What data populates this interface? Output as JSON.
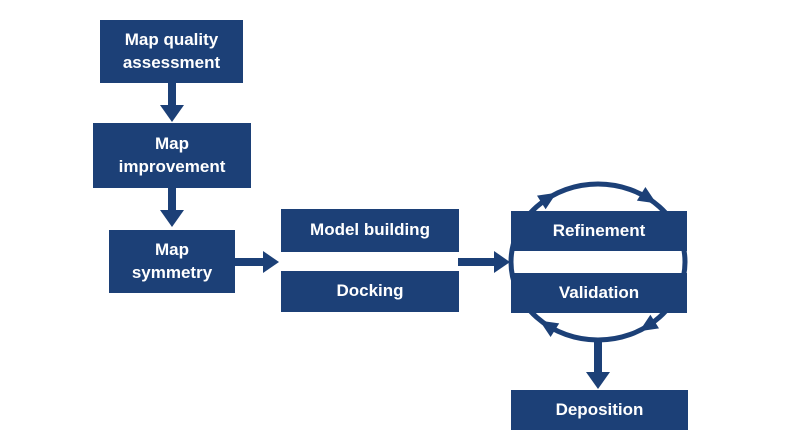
{
  "diagram": {
    "colors": {
      "box": "#1c4077",
      "text": "#ffffff",
      "background": "#ffffff"
    },
    "nodes": {
      "map_quality": {
        "label": "Map quality\nassessment"
      },
      "map_improvement": {
        "label": "Map\nimprovement"
      },
      "map_symmetry": {
        "label": "Map\nsymmetry"
      },
      "model_building": {
        "label": "Model building"
      },
      "docking": {
        "label": "Docking"
      },
      "refinement": {
        "label": "Refinement"
      },
      "validation": {
        "label": "Validation"
      },
      "deposition": {
        "label": "Deposition"
      }
    }
  }
}
